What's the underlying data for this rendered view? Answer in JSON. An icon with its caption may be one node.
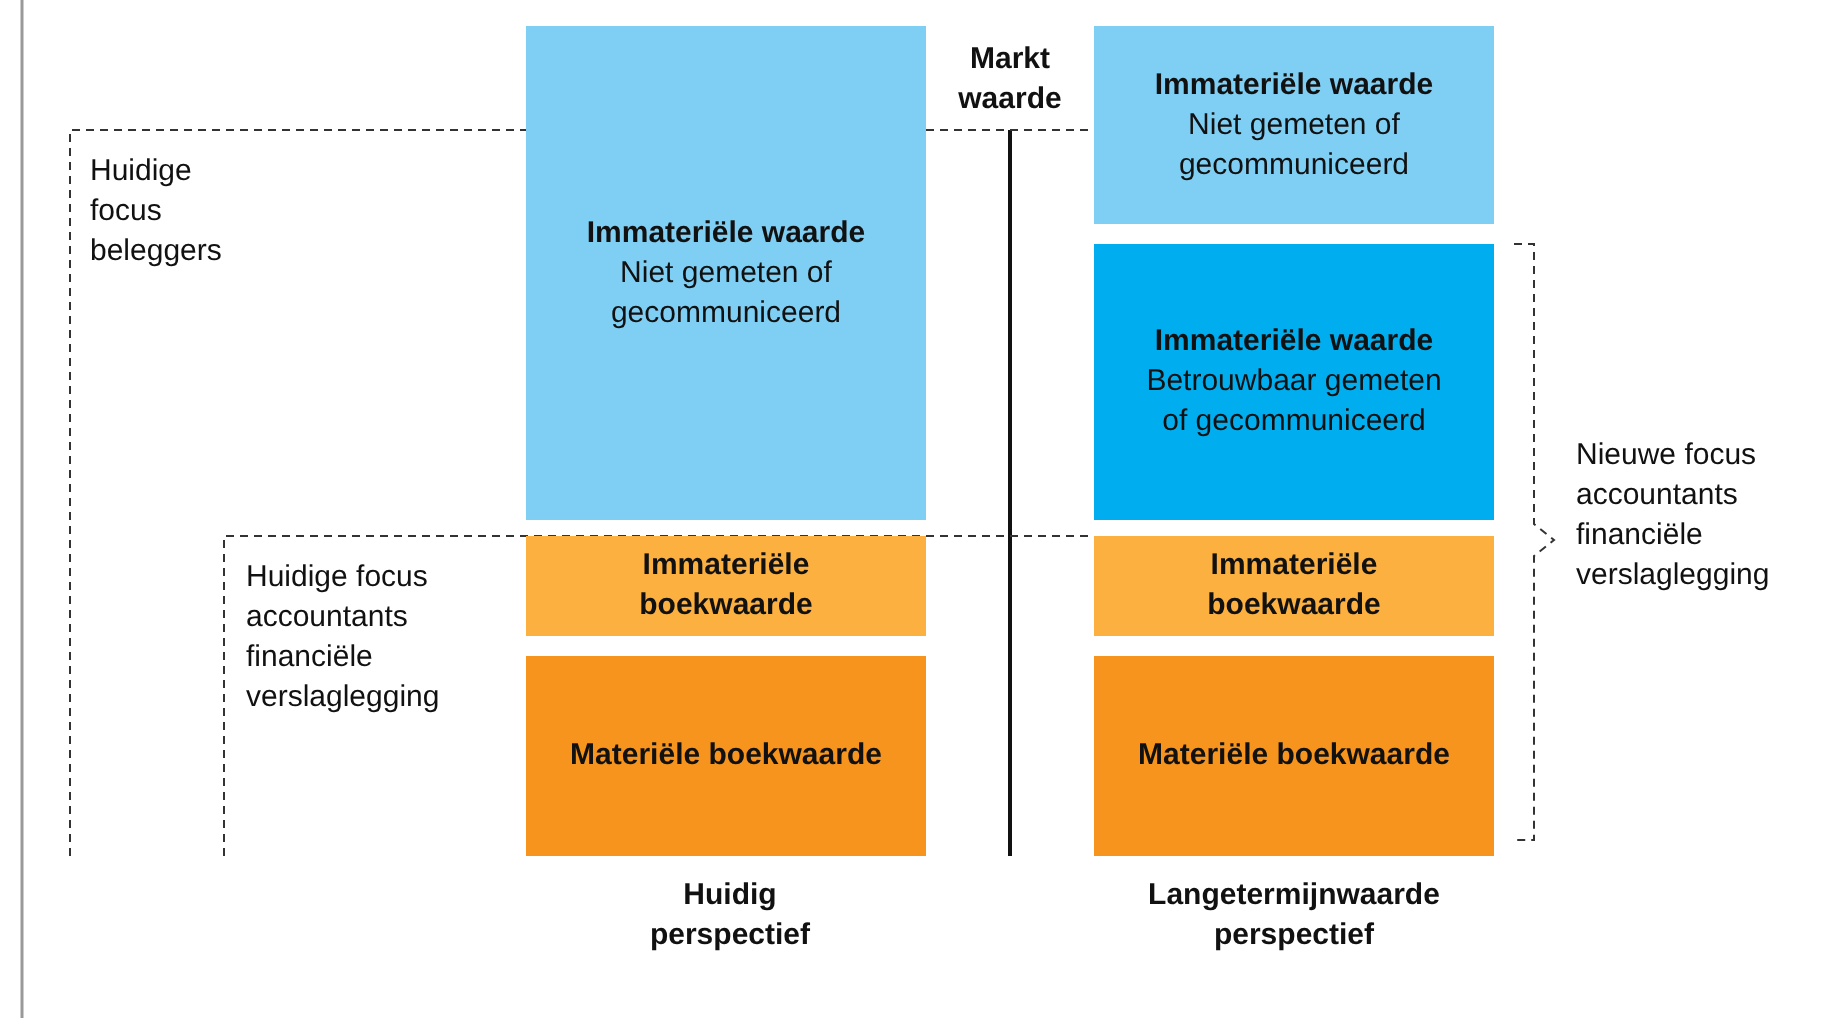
{
  "diagram": {
    "nodes": [
      {
        "text": [
          "Immateriële waarde",
          "Niet gemeten of gecommuniceerd"
        ]
      },
      {
        "text": [
          "Immateriële boekwaarde"
        ]
      },
      {
        "text": [
          "Materiële boekwaarde"
        ]
      },
      {
        "text": [
          "Immateriële waarde",
          "Niet gemeten of gecommuniceerd"
        ]
      },
      {
        "text": [
          "Immateriële waarde",
          "Betrouwbaar gemeten of gecommuniceerd"
        ]
      },
      {
        "text": [
          "Immateriële boekwaarde"
        ]
      },
      {
        "text": [
          "Materiële boekwaarde"
        ]
      }
    ],
    "edges": [],
    "labels": [
      "Markt waarde",
      "Huidige focus beleggers",
      "Huidige focus accountants financiële verslaglegging",
      "Nieuwe focus accountants financiële verslaglegging",
      "Huidig perspectief",
      "Langetermijnwaarde perspectief"
    ]
  }
}
